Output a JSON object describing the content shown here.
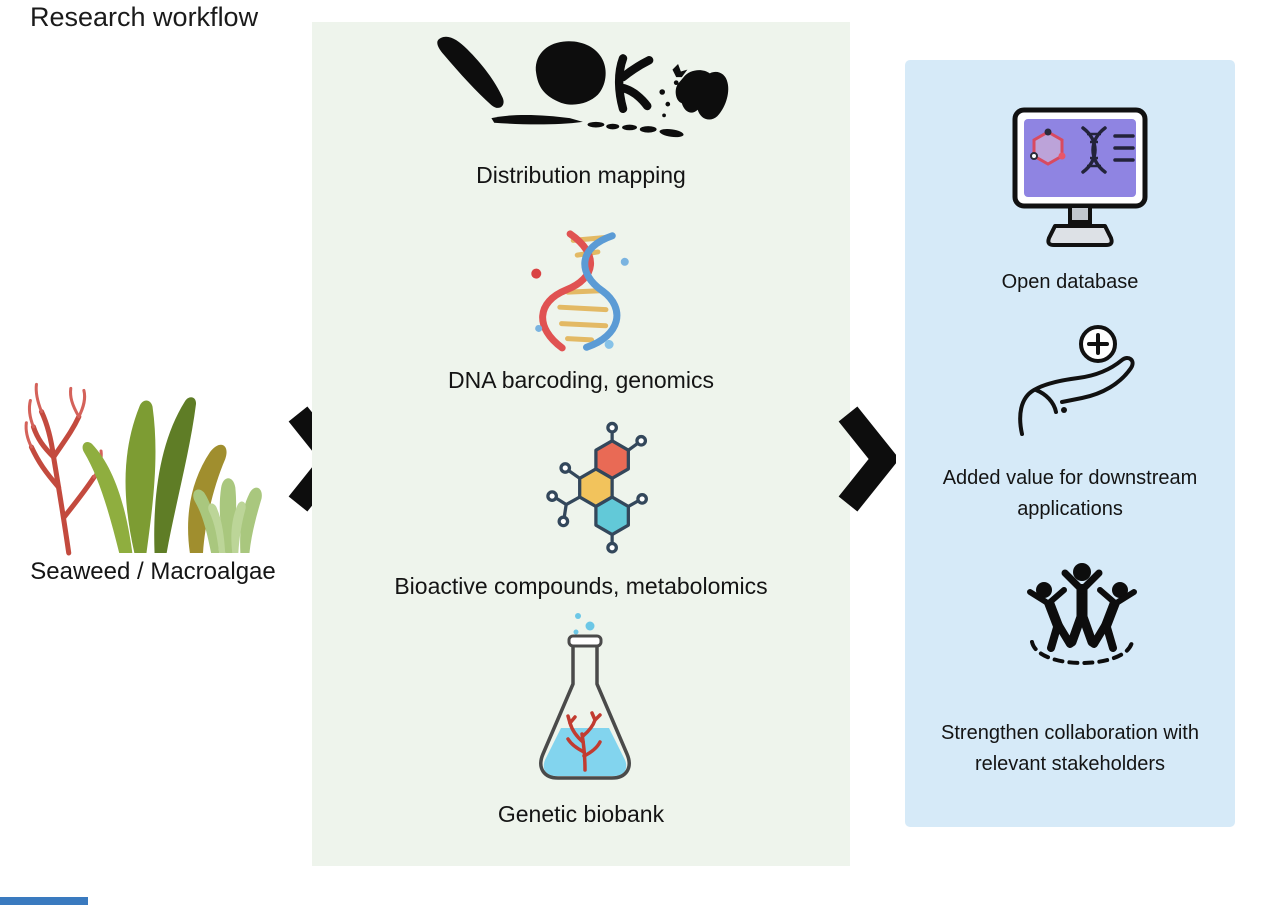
{
  "title": "Research workflow",
  "source": {
    "label": "Seaweed / Macroalgae"
  },
  "middle_panel": {
    "items": [
      {
        "label": "Distribution mapping",
        "icon": "indonesia-archipelago-map-icon"
      },
      {
        "label": "DNA barcoding, genomics",
        "icon": "dna-helix-icon"
      },
      {
        "label": "Bioactive compounds, metabolomics",
        "icon": "molecule-hexagons-icon"
      },
      {
        "label": "Genetic biobank",
        "icon": "erlenmeyer-flask-icon"
      }
    ]
  },
  "right_panel": {
    "items": [
      {
        "label": "Open database",
        "icon": "monitor-database-icon"
      },
      {
        "label": "Added value for downstream applications",
        "icon": "hand-plus-icon"
      },
      {
        "label": "Strengthen collaboration with relevant stakeholders",
        "icon": "people-collaboration-icon"
      }
    ]
  },
  "colors": {
    "middle_panel_bg": "#eef4ec",
    "right_panel_bg": "#d6eaf8",
    "text": "#151515",
    "arrow": "#0d0d0d",
    "bottom_strip": "#3a7abf"
  }
}
